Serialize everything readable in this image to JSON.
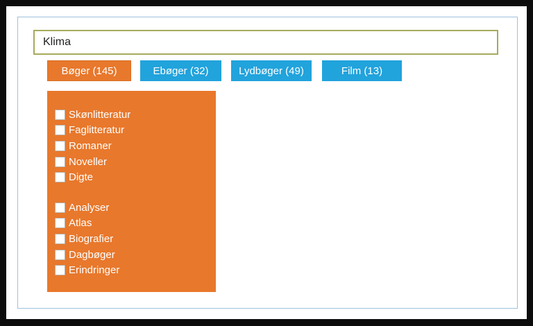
{
  "search": {
    "value": "Klima"
  },
  "tabs": [
    {
      "label": "Bøger (145)",
      "active": true
    },
    {
      "label": "Ebøger (32)",
      "active": false
    },
    {
      "label": "Lydbøger (49)",
      "active": false
    },
    {
      "label": "Film (13)",
      "active": false
    }
  ],
  "facets": {
    "checkbox_checked": false,
    "groups": [
      {
        "items": [
          "Skønlitteratur",
          "Faglitteratur",
          "Romaner",
          "Noveller",
          "Digte"
        ]
      },
      {
        "items": [
          "Analyser",
          "Atlas",
          "Biografier",
          "Dagbøger",
          "Erindringer"
        ]
      }
    ]
  },
  "colors": {
    "active_tab_orange": "#e8782c",
    "inactive_tab_blue": "#21a3dc",
    "facet_panel_orange": "#e8782c",
    "search_border_olive": "#a6aa5b",
    "inner_frame_blue": "#9fc1de",
    "outer_frame_black": "#0c0c0c",
    "tab_text": "#ffffff",
    "facet_text": "#ffffff"
  }
}
